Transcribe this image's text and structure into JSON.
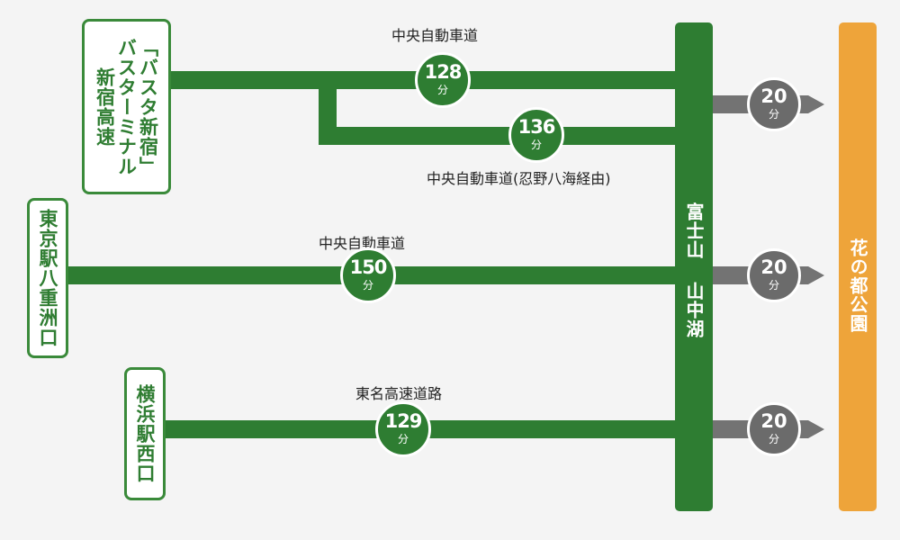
{
  "origins": {
    "shinjuku": {
      "line1": "新宿高速",
      "line2": "バスターミナル",
      "line3": "「バスタ新宿」"
    },
    "tokyo": {
      "label": "東京駅八重洲口"
    },
    "yokohama": {
      "label": "横浜駅西口"
    }
  },
  "routes": {
    "shinjuku_main": {
      "name": "中央自動車道",
      "minutes": "128",
      "unit": "分"
    },
    "shinjuku_oshino": {
      "name": "中央自動車道(忍野八海経由)",
      "minutes": "136",
      "unit": "分"
    },
    "tokyo": {
      "name": "中央自動車道",
      "minutes": "150",
      "unit": "分"
    },
    "yokohama": {
      "name": "東名高速道路",
      "minutes": "129",
      "unit": "分"
    }
  },
  "hub": {
    "label": "富士山 山中湖"
  },
  "destination": {
    "label": "花の都公園"
  },
  "transfers": [
    {
      "minutes": "20",
      "unit": "分"
    },
    {
      "minutes": "20",
      "unit": "分"
    },
    {
      "minutes": "20",
      "unit": "分"
    }
  ],
  "colors": {
    "route_green": "#2e7d32",
    "box_border": "#3a8a3a",
    "destination_orange": "#eea43a",
    "transfer_gray": "#737373"
  }
}
